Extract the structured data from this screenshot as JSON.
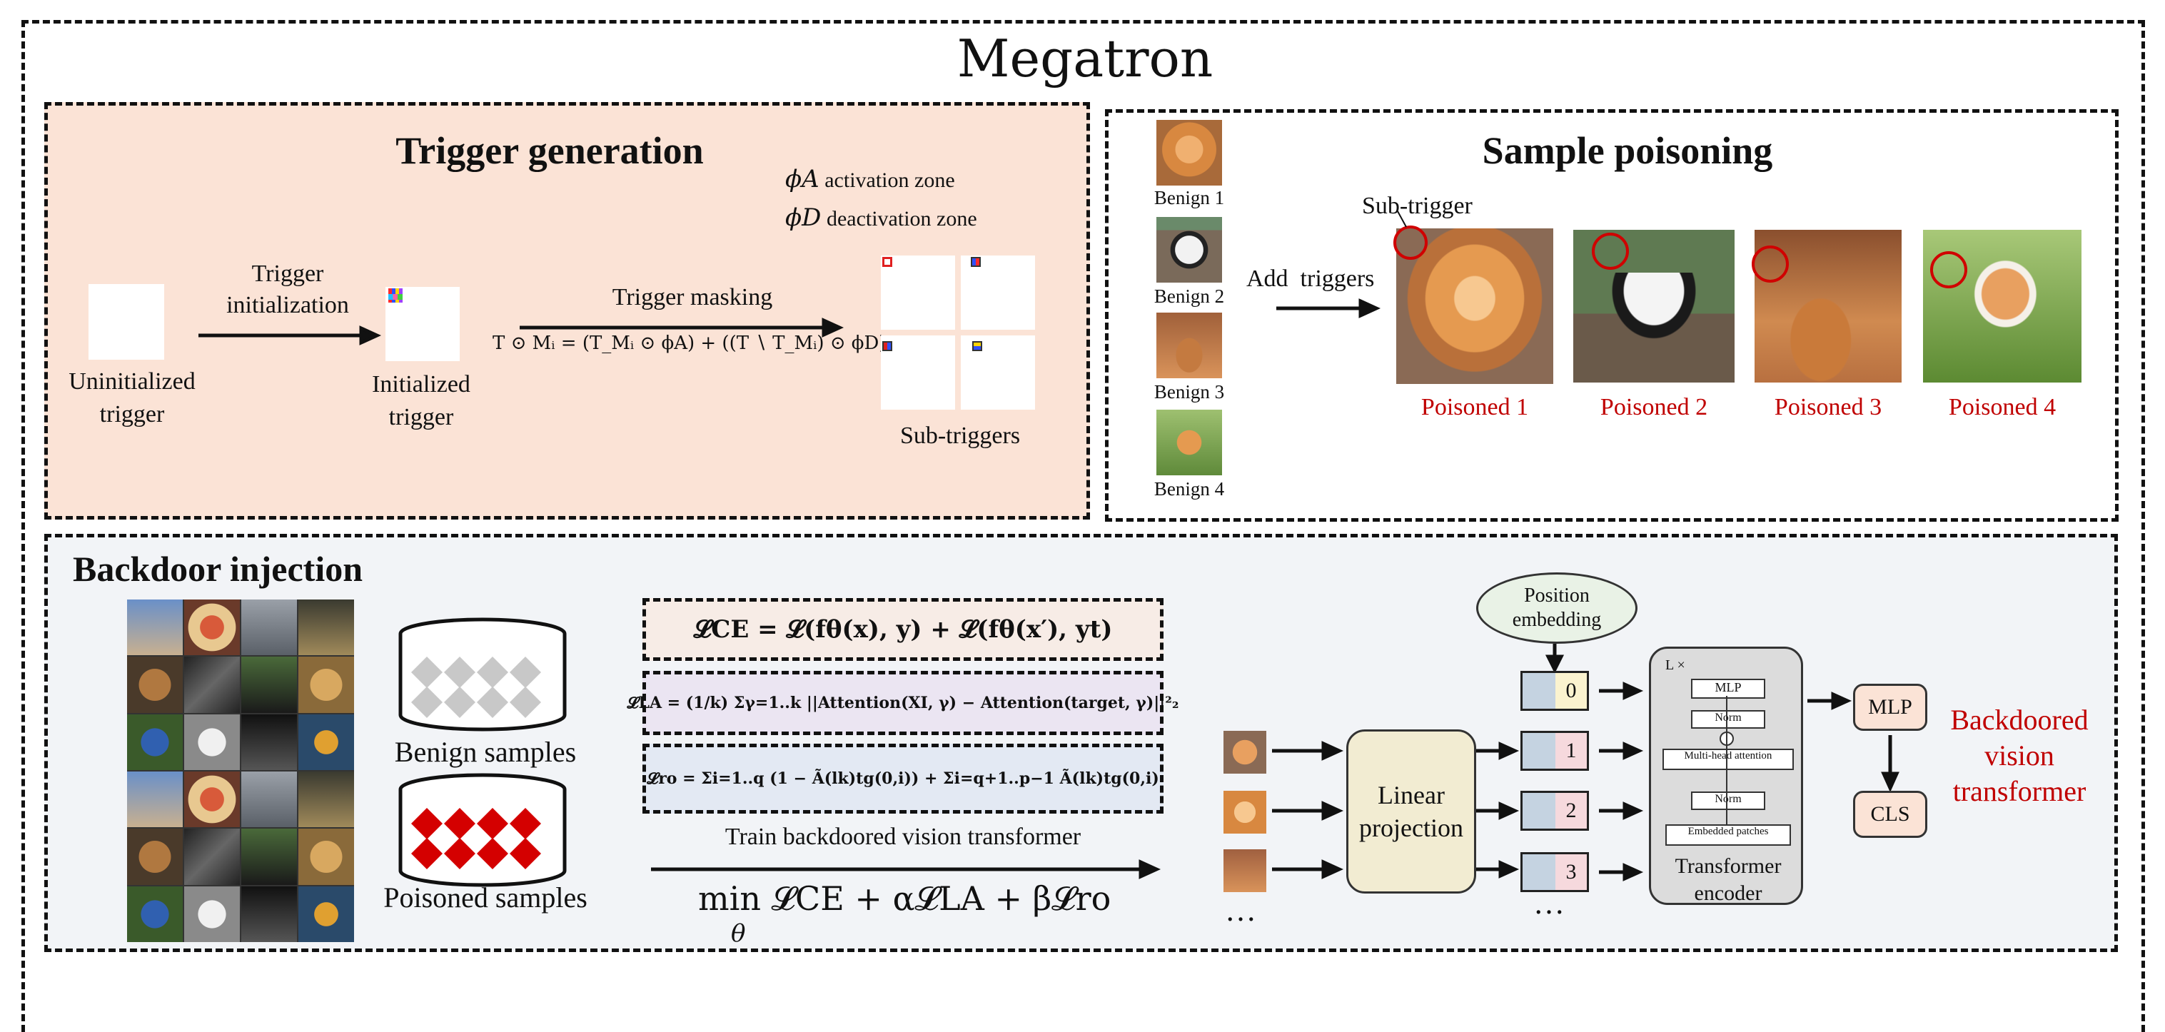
{
  "title": "Megatron",
  "trigger_generation": {
    "title": "Trigger generation",
    "legend": [
      {
        "sym": "ϕA",
        "text": "activation zone"
      },
      {
        "sym": "ϕD",
        "text": "deactivation zone"
      }
    ],
    "uninitialized_label_1": "Uninitialized",
    "uninitialized_label_2": "trigger",
    "init_arrow_1": "Trigger",
    "init_arrow_2": "initialization",
    "initialized_label_1": "Initialized",
    "initialized_label_2": "trigger",
    "masking_label": "Trigger masking",
    "masking_formula": "T ⊙ Mᵢ = (T_Mᵢ ⊙ ϕA) + ((T ∖ T_Mᵢ) ⊙ ϕD)",
    "subtriggers_label": "Sub-triggers"
  },
  "sample_poisoning": {
    "title": "Sample poisoning",
    "benign": [
      "Benign 1",
      "Benign 2",
      "Benign 3",
      "Benign 4"
    ],
    "subtrigger_label": "Sub-trigger",
    "add_triggers_label": "Add  triggers",
    "poisoned": [
      "Poisoned 1",
      "Poisoned 2",
      "Poisoned 3",
      "Poisoned 4"
    ]
  },
  "backdoor_injection": {
    "title": "Backdoor injection",
    "benign_samples": "Benign samples",
    "poisoned_samples": "Poisoned samples",
    "loss_ce": "𝓛CE = 𝓛(fθ(x), y) + 𝓛(fθ(x′), yt)",
    "loss_la": "𝓛LA = (1/k) Σγ=1..k ||Attention(XI, γ) − Attention(target, γ)||²₂",
    "loss_ro": "𝓛ro = Σi=1..q (1 − Ã(lk)tg(0,i)) + Σi=q+1..p−1 Ã(lk)tg(0,i)",
    "train_label": "Train backdoored vision transformer",
    "objective": "min 𝓛CE + α𝓛LA + β𝓛ro",
    "objective_sub": "θ",
    "ellipsis": "…",
    "linear_projection_1": "Linear",
    "linear_projection_2": "projection",
    "position_embedding_1": "Position",
    "position_embedding_2": "embedding",
    "tokens": [
      "0",
      "1",
      "2",
      "3"
    ],
    "encoder": {
      "lx": "L ×",
      "mlp": "MLP",
      "norm": "Norm",
      "mha": "Multi-head attention",
      "embedded": "Embedded patches",
      "label_1": "Transformer",
      "label_2": "encoder"
    },
    "mlp_head": "MLP",
    "cls": "CLS",
    "output_1": "Backdoored",
    "output_2": "vision",
    "output_3": "transformer"
  },
  "colors": {
    "trigger_bg": "#fbe3d6",
    "backdoor_bg": "#f2f4f7",
    "red": "#c00000",
    "ce_bg": "#f7ece6",
    "la_bg": "#ebe5f2",
    "ro_bg": "#e3e9f3",
    "linear_bg": "#f2ecd2",
    "pos_bg": "#e9f2e6",
    "head_bg": "#fbe3d6"
  },
  "icons": [
    "arrow-right-icon",
    "arrow-down-icon",
    "database-icon",
    "diamond-icon",
    "cat-photo",
    "panda-photo",
    "dog-photo",
    "corgi-photo"
  ]
}
